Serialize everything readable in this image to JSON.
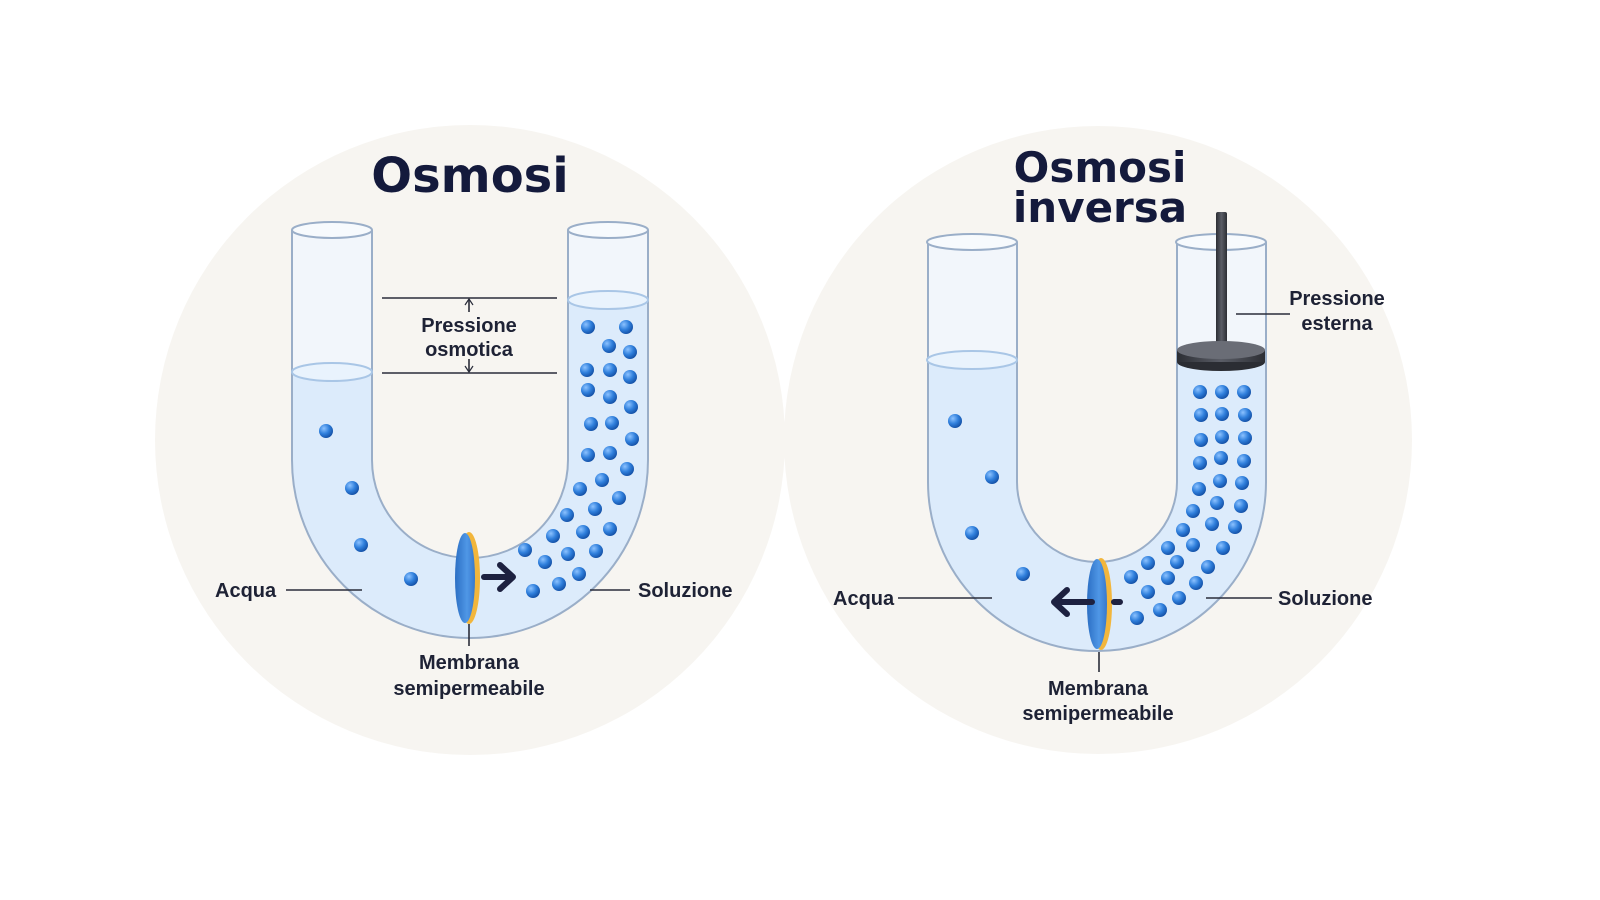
{
  "colors": {
    "background_circle": "#f7f5f1",
    "liquid": "#dcebfb",
    "glass": "#eef3f9",
    "particle": "#2f7fdc",
    "membrane_blue": "#3d87dc",
    "membrane_gold": "#f2b63c",
    "arrow": "#1d2140",
    "piston": "#3c3f47",
    "text": "#1e2235"
  },
  "panels": {
    "osmosis": {
      "title": "Osmosi",
      "pressure_label_line1": "Pressione",
      "pressure_label_line2": "osmotica",
      "water_label": "Acqua",
      "solution_label": "Soluzione",
      "membrane_label_line1": "Membrana",
      "membrane_label_line2": "semipermeabile",
      "flow_direction": "right"
    },
    "reverse_osmosis": {
      "title_line1": "Osmosi",
      "title_line2": "inversa",
      "pressure_label_line1": "Pressione",
      "pressure_label_line2": "esterna",
      "water_label": "Acqua",
      "solution_label": "Soluzione",
      "membrane_label_line1": "Membrana",
      "membrane_label_line2": "semipermeabile",
      "flow_direction": "left"
    }
  }
}
